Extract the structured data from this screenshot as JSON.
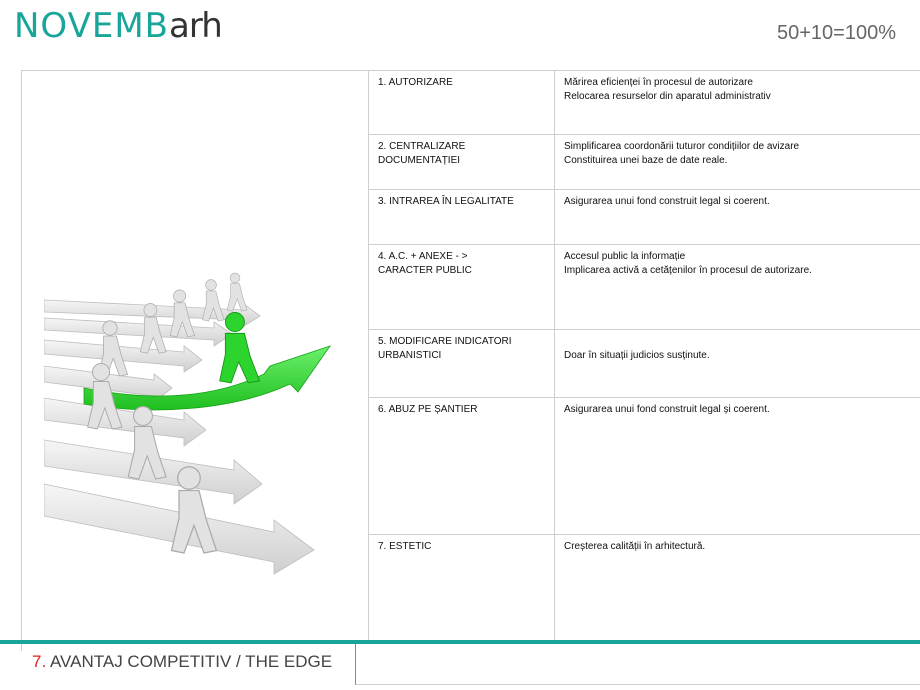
{
  "header": {
    "logo_part1": "NOVEMB",
    "logo_part2": "arh",
    "headline": "50+10=100%"
  },
  "rows": [
    {
      "label": "1. AUTORIZARE",
      "desc": "Mărirea eficienței în procesul de autorizare\nRelocarea resurselor din aparatul administrativ"
    },
    {
      "label": "2. CENTRALIZARE\nDOCUMENTAȚIEI",
      "desc": "Simplificarea coordonării tuturor condițiilor de avizare\nConstituirea unei baze de date reale."
    },
    {
      "label": "3. INTRAREA ÎN LEGALITATE",
      "desc": "Asigurarea unui fond construit legal si coerent."
    },
    {
      "label": "4. A.C. + ANEXE - >\nCARACTER PUBLIC",
      "desc": "Accesul public  la informație\nImplicarea activă a cetățenilor în procesul de autorizare."
    },
    {
      "label": "5. MODIFICARE INDICATORI\nURBANISTICI",
      "desc": "\nDoar în situații judicios susținute."
    },
    {
      "label": "6. ABUZ PE ȘANTIER",
      "desc": "Asigurarea unui fond construit legal și coerent."
    },
    {
      "label": "7. ESTETIC",
      "desc": "Creșterea calității în arhitectură."
    }
  ],
  "footer": {
    "number": "7.",
    "title": " AVANTAJ COMPETITIV / THE EDGE"
  },
  "colors": {
    "accent": "#1aa59b",
    "arrow": "#33dd33",
    "footer_number": "#e0201b"
  },
  "illustration": {
    "icon": "figures-racing-on-arrows-icon"
  }
}
